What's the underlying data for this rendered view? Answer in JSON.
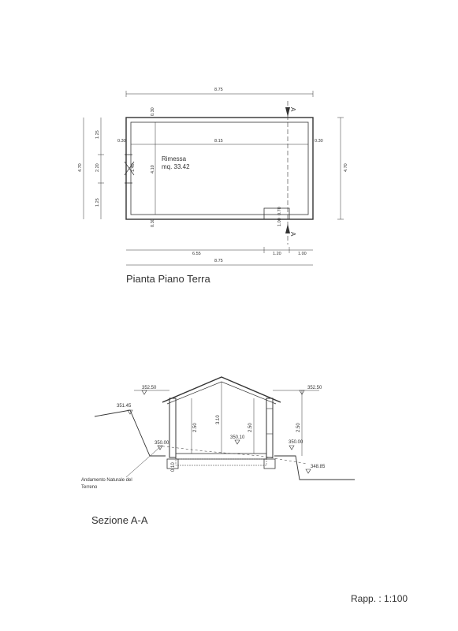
{
  "plan": {
    "caption": "Pianta Piano Terra",
    "room_name": "Rimessa",
    "room_area": "mq. 33.42",
    "dim_overall_width": "8.75",
    "dim_inner_width": "8.15",
    "dim_bottom_left": "6.55",
    "dim_bottom_door": "1.20",
    "dim_bottom_right": "1.00",
    "dim_bottom_total": "8.75",
    "dim_left_total": "4.70",
    "dim_left_top": "1.25",
    "dim_left_mid": "2.20",
    "dim_left_bottom": "1.25",
    "dim_right_total": "4.70",
    "dim_inner_height": "4.10",
    "dim_wall_top": "0.30",
    "dim_wall_bottom": "0.30",
    "dim_wall_left": "0.30",
    "dim_wall_right": "0.30",
    "dim_door_width": "1.40",
    "dim_small_a": "0.70",
    "dim_small_b": "1.00",
    "section_marker": "A"
  },
  "section": {
    "caption": "Sezione A-A",
    "elev_top_left": "352.50",
    "elev_top_right": "352.50",
    "elev_ground_left": "351.45",
    "elev_base_left": "350.00",
    "elev_floor": "350.10",
    "elev_base_right": "350.00",
    "elev_low_right": "348.85",
    "dim_inner_left": "2.50",
    "dim_ridge": "3.10",
    "dim_floor_inner": "2.50",
    "dim_outer_right": "2.50",
    "dim_foundation": "0.10",
    "terrain_label_1": "Andamento Naturale del",
    "terrain_label_2": "Terreno"
  },
  "scale": {
    "label": "Rapp. : 1:100"
  }
}
